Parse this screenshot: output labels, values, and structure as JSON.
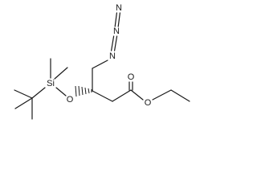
{
  "molecule": {
    "atoms": {
      "azide_n1": "N",
      "azide_n2": "N",
      "azide_n3": "N",
      "silicon": "Si",
      "ether_oxygen": "O",
      "carbonyl_oxygen": "O",
      "ester_oxygen": "O"
    },
    "stereo": {
      "stereocenter_bond": "hashed-wedge"
    },
    "colors": {
      "ink": "#1a1a1a",
      "background": "#ffffff"
    }
  }
}
